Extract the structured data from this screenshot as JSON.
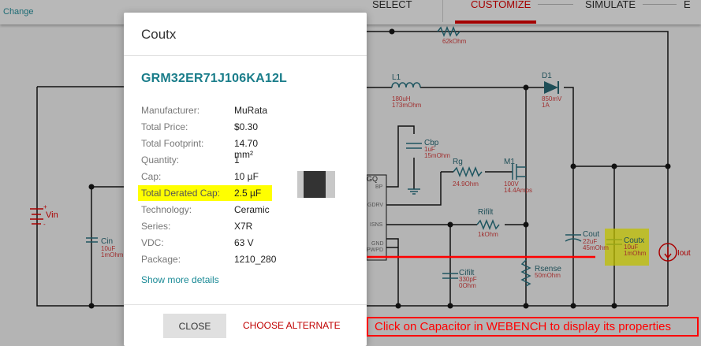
{
  "header": {
    "change_link": "Change",
    "tabs": [
      {
        "label": "SELECT"
      },
      {
        "label": "CUSTOMIZE",
        "active": true
      },
      {
        "label": "SIMULATE"
      },
      {
        "label": "E"
      }
    ]
  },
  "schematic": {
    "components": {
      "vin": {
        "name": "Vin",
        "plus": "+",
        "minus": "-"
      },
      "cin": {
        "name": "Cin",
        "value": "10uF",
        "esr": "1mOhm"
      },
      "r_top": {
        "value": "62kOhm"
      },
      "l1": {
        "name": "L1",
        "value": "180uH",
        "esr": "173mOhm"
      },
      "d1": {
        "name": "D1",
        "value": "850mV",
        "current": "1A"
      },
      "cbp": {
        "name": "Cbp",
        "value": "1uF",
        "esr": "15mOhm"
      },
      "rg": {
        "name": "Rg",
        "value": "24.9Ohm"
      },
      "m1": {
        "name": "M1",
        "value": "100V",
        "current": "14.4Amps"
      },
      "rifilt": {
        "name": "Rifilt",
        "value": "1kOhm"
      },
      "cifilt": {
        "name": "Cifilt",
        "value": "330pF",
        "esr": "0Ohm"
      },
      "rsense": {
        "name": "Rsense",
        "value": "50mOhm"
      },
      "cout": {
        "name": "Cout",
        "value": "22uF",
        "esr": "45mOhm"
      },
      "coutx": {
        "name": "Coutx",
        "value": "10uF",
        "esr": "1mOhm"
      },
      "iout": {
        "name": "Iout"
      }
    },
    "ic": {
      "name": "GQ",
      "pins": [
        "BP",
        "GDRV",
        "ISNS",
        "GND",
        "PWPD"
      ]
    }
  },
  "modal": {
    "title": "Coutx",
    "part_number": "GRM32ER71J106KA12L",
    "properties": [
      {
        "label": "Manufacturer:",
        "value": "MuRata"
      },
      {
        "label": "Total Price:",
        "value": "$0.30"
      },
      {
        "label": "Total Footprint:",
        "value": "14.70 mm²"
      },
      {
        "label": "Quantity:",
        "value": "1"
      },
      {
        "label": "Cap:",
        "value": "10 µF"
      },
      {
        "label": "Total Derated Cap:",
        "value": "2.5 µF",
        "highlighted": true
      },
      {
        "label": "Technology:",
        "value": "Ceramic"
      },
      {
        "label": "Series:",
        "value": "X7R"
      },
      {
        "label": "VDC:",
        "value": "63 V"
      },
      {
        "label": "Package:",
        "value": "1210_280"
      }
    ],
    "show_more": "Show more details",
    "close_label": "CLOSE",
    "alternate_label": "CHOOSE ALTERNATE"
  },
  "annotation": {
    "caption": "Click on Capacitor in WEBENCH to display its properties",
    "color": "#ff0000",
    "highlight_color": "#ffff00"
  }
}
